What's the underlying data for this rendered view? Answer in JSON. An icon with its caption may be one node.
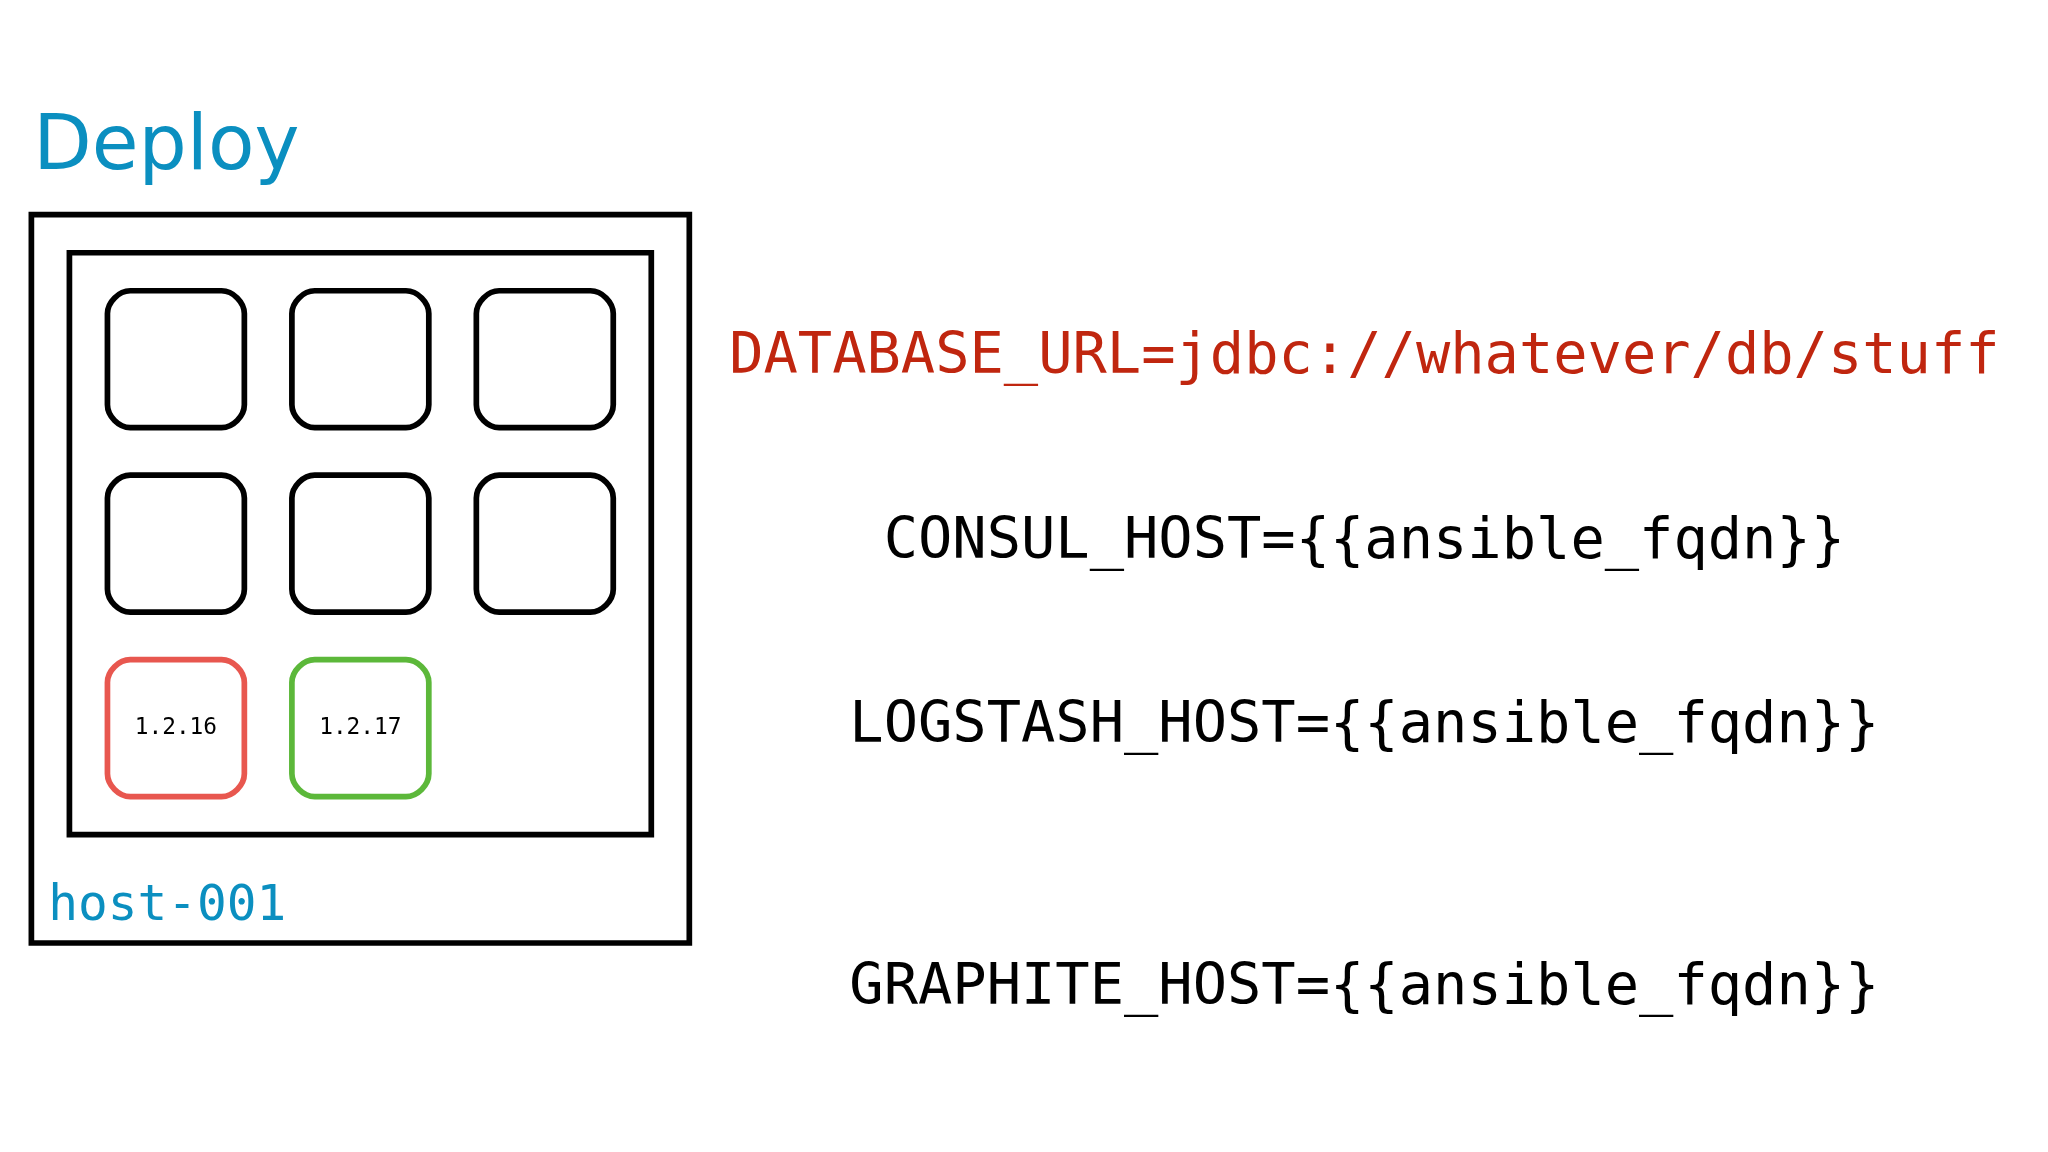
{
  "diagram": {
    "title": "Deploy",
    "nodes": [
      {
        "text": [
          "host-001"
        ]
      },
      {
        "text": [],
        "shape": "box",
        "in": 0
      },
      {
        "text": [],
        "shape": "box",
        "in": 1
      },
      {
        "text": [],
        "shape": "box",
        "in": 1
      },
      {
        "text": [],
        "shape": "box",
        "in": 1
      },
      {
        "text": [],
        "shape": "box",
        "in": 1
      },
      {
        "text": [],
        "shape": "box",
        "in": 1
      },
      {
        "text": [],
        "shape": "box",
        "in": 1
      },
      {
        "text": [
          "1.2.16"
        ],
        "in": 1
      },
      {
        "text": [
          "1.2.17"
        ],
        "in": 1
      }
    ],
    "labels": [
      "DATABASE_URL=jdbc://whatever/db/stuff",
      "CONSUL_HOST={{ansible_fqdn}}",
      "LOGSTASH_HOST={{ansible_fqdn}}",
      "GRAPHITE_HOST={{ansible_fqdn}}"
    ]
  }
}
